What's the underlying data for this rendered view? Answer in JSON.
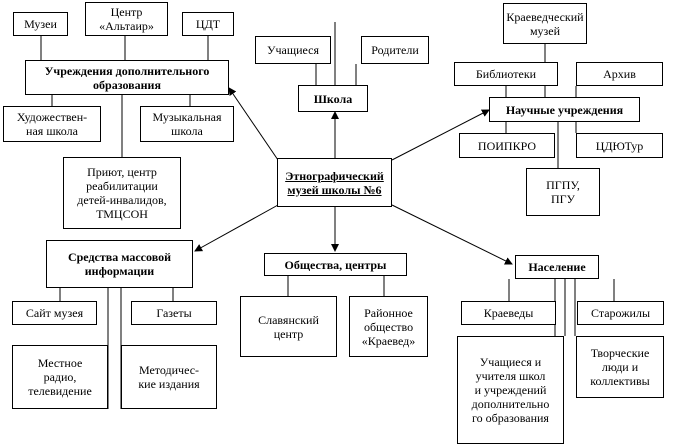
{
  "center": "Этнографический\nмузей школы №6",
  "boxes": {
    "muzei": "Музеи",
    "altair": "Центр\n«Альтаир»",
    "cdt": "ЦДТ",
    "udo": "Учреждения дополнительного\nобразования",
    "art_school": "Художествен-\nная школа",
    "music_school": "Музыкальная\nшкола",
    "priyut": "Приют, центр\nреабилитации\nдетей-инвалидов,\nТМЦСОН",
    "students": "Учащиеся",
    "parents": "Родители",
    "school": "Школа",
    "local_museum": "Краеведческий\nмузей",
    "libraries": "Библиотеки",
    "archive": "Архив",
    "sci": "Научные учреждения",
    "poipkro": "ПОИПКРО",
    "cdyutur": "ЦДЮТур",
    "pgpu": "ПГПУ,\nПГУ",
    "media": "Средства массовой\nинформации",
    "site": "Сайт музея",
    "newspapers": "Газеты",
    "radio": "Местное\nрадио,\nтелевидение",
    "method": "Методичес-\nкие издания",
    "societies": "Общества, центры",
    "slavic": "Славянский\nцентр",
    "kraeved_soc": "Районное\nобщество\n«Краевед»",
    "population": "Население",
    "kraevedy": "Краеведы",
    "starozhily": "Старожилы",
    "teachers": "Учащиеся и\nучителя школ\nи учреждений\nдополнительно\nго образования",
    "creative": "Творческие\nлюди и\nколлективы"
  }
}
